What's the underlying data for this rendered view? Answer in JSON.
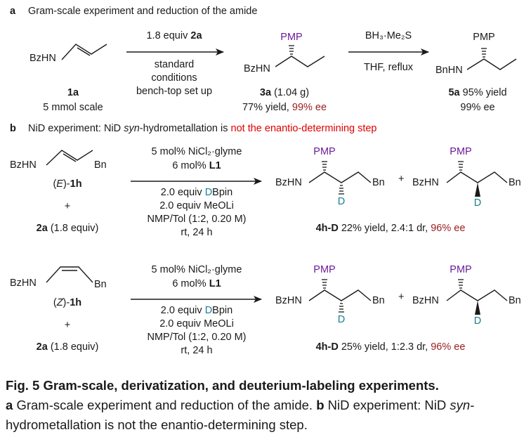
{
  "part_a": {
    "letter": "a",
    "heading": "Gram-scale experiment and reduction of the amide",
    "start_label": "BzHN",
    "start_id": "1a",
    "start_scale": "5 mmol scale",
    "step1_reagent_prefix": "1.8 equiv",
    "step1_reagent_bold": "2a",
    "step1_cond_1": "standard",
    "step1_cond_2": "conditions",
    "step1_cond_3": "bench-top set up",
    "product1_top": "PMP",
    "product1_left": "BzHN",
    "product1_id": "3a",
    "product1_mass": "(1.04 g)",
    "product1_yield": "77% yield,",
    "product1_ee": "99% ee",
    "step2_reagent": "BH₃·Me₂S",
    "step2_cond": "THF, reflux",
    "product2_top": "PMP",
    "product2_left": "BnHN",
    "product2_id": "5a",
    "product2_yield": "95% yield",
    "product2_ee": "99% ee"
  },
  "part_b": {
    "letter": "b",
    "heading_black": "NiD experiment: NiD",
    "heading_italic": "syn",
    "heading_mid": "-hydrometallation is",
    "heading_red": "not the enantio-determining step",
    "rows": [
      {
        "sub_left": "BzHN",
        "sub_right": "Bn",
        "sub_id_prefix": "(",
        "sub_id_italic": "E",
        "sub_id_suffix": ")-",
        "sub_id_bold": "1h",
        "plus": "+",
        "partner_bold": "2a",
        "partner_rest": "(1.8 equiv)",
        "cond_cat": "5 mol% NiCl₂·glyme",
        "cond_lig_prefix": "6 mol%",
        "cond_lig_bold": "L1",
        "cond_d_prefix": "2.0 equiv",
        "cond_d_letter": "D",
        "cond_d_rest": "Bpin",
        "cond_base": "2.0 equiv MeOLi",
        "cond_solvent": "NMP/Tol (1:2, 0.20 M)",
        "cond_time": "rt, 24 h",
        "prod_top": "PMP",
        "prod_left": "BzHN",
        "prod_right": "Bn",
        "prod_d": "D",
        "prod_plus": "+",
        "result_bold": "4h-D",
        "result_text": "22% yield, 2.4:1 dr,",
        "result_ee": "96% ee"
      },
      {
        "sub_left": "BzHN",
        "sub_right": "Bn",
        "sub_id_prefix": "(",
        "sub_id_italic": "Z",
        "sub_id_suffix": ")-",
        "sub_id_bold": "1h",
        "plus": "+",
        "partner_bold": "2a",
        "partner_rest": "(1.8 equiv)",
        "cond_cat": "5 mol% NiCl₂·glyme",
        "cond_lig_prefix": "6 mol%",
        "cond_lig_bold": "L1",
        "cond_d_prefix": "2.0 equiv",
        "cond_d_letter": "D",
        "cond_d_rest": "Bpin",
        "cond_base": "2.0 equiv MeOLi",
        "cond_solvent": "NMP/Tol (1:2, 0.20 M)",
        "cond_time": "rt, 24 h",
        "prod_top": "PMP",
        "prod_left": "BzHN",
        "prod_right": "Bn",
        "prod_d": "D",
        "prod_plus": "+",
        "result_bold": "4h-D",
        "result_text": "25% yield, 1:2.3 dr,",
        "result_ee": "96% ee"
      }
    ]
  },
  "caption": {
    "title": "Fig. 5 Gram-scale, derivatization, and deuterium-labeling experiments.",
    "a_letter": "a",
    "a_text": "Gram-scale experiment and reduction of the amide.",
    "b_letter": "b",
    "b_text_1": "NiD experiment: NiD",
    "b_italic": "syn",
    "b_text_2": "-hydrometallation is not the enantio-determining step."
  },
  "colors": {
    "pmp": "#6a1b9a",
    "deuterium": "#1a7f8e",
    "highlight_red": "#e00000",
    "ee_darkred": "#9a1c1c"
  }
}
